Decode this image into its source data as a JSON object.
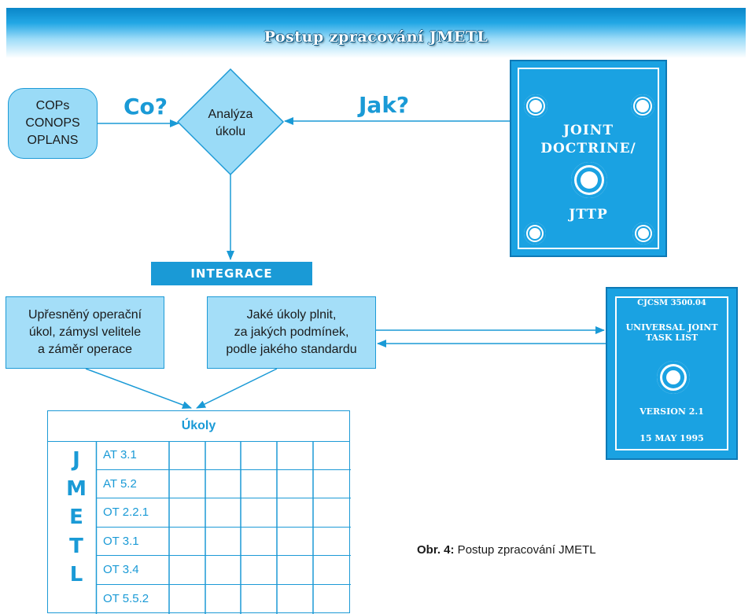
{
  "banner": {
    "title": "Postup zpracování JMETL"
  },
  "source_box": {
    "lines": [
      "COPs",
      "CONOPS",
      "OPLANS"
    ]
  },
  "labels": {
    "what": "Co?",
    "how": "Jak?"
  },
  "decision": {
    "line1": "Analýza",
    "line2": "úkolu"
  },
  "book_doctrine": {
    "line1": "JOINT",
    "line2": "DOCTRINE/",
    "line3": "JTTP"
  },
  "book_ujtl": {
    "line1": "CJCSM 3500.04",
    "line2": "UNIVERSAL JOINT",
    "line3": "TASK LIST",
    "line4": "VERSION 2.1",
    "line5": "15 MAY 1995"
  },
  "integration": {
    "label": "INTEGRACE"
  },
  "box_left": {
    "lines": [
      "Upřesněný operační",
      "úkol, zámysl velitele",
      "a záměr operace"
    ]
  },
  "box_right": {
    "lines": [
      "Jaké úkoly plnit,",
      "za jakých podmínek,",
      "podle jakého standardu"
    ]
  },
  "table": {
    "header": "Úkoly",
    "side_letters": [
      "J",
      "M",
      "E",
      "T",
      "L"
    ],
    "rows": [
      "AT 3.1",
      "AT 5.2",
      "OT 2.2.1",
      "OT 3.1",
      "OT 3.4",
      "OT 5.5.2"
    ]
  },
  "caption": {
    "prefix": "Obr. 4:",
    "text": " Postup zpracování JMETL"
  },
  "colors": {
    "accent": "#1a9ad6",
    "fill": "#a4def8",
    "book": "#1aa2e2"
  }
}
